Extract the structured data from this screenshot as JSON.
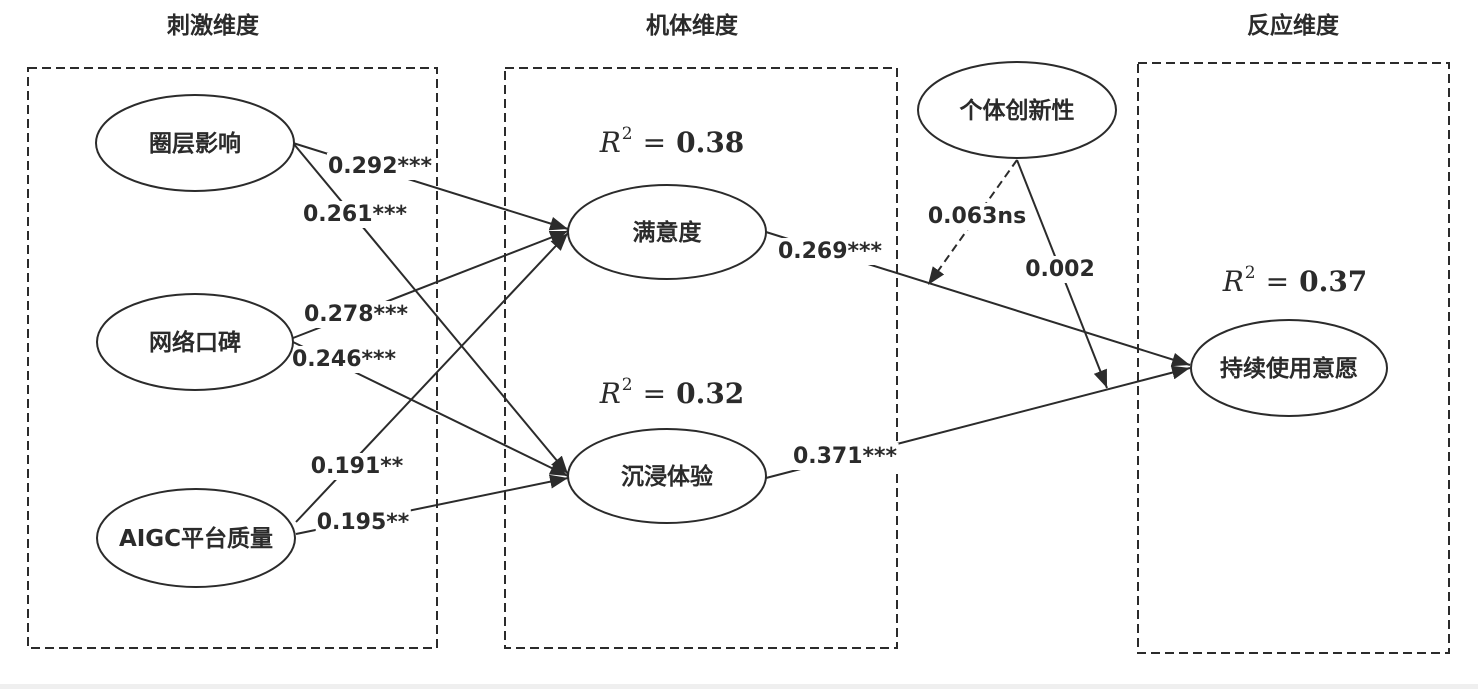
{
  "dimensions": {
    "stimulus": "刺激维度",
    "organism": "机体维度",
    "response": "反应维度"
  },
  "nodes": {
    "circle_influence": "圈层影响",
    "word_of_mouth": "网络口碑",
    "aigc_quality": "AIGC平台质量",
    "satisfaction": "满意度",
    "immersion": "沉浸体验",
    "innovativeness": "个体创新性",
    "continuance": "持续使用意愿"
  },
  "r_squared": {
    "satisfaction": {
      "symbol": "R",
      "exponent": "2",
      "equals": "=",
      "value": "0.38"
    },
    "immersion": {
      "symbol": "R",
      "exponent": "2",
      "equals": "=",
      "value": "0.32"
    },
    "continuance": {
      "symbol": "R",
      "exponent": "2",
      "equals": "=",
      "value": "0.37"
    }
  },
  "paths": {
    "circle_influence_to_satisfaction": "0.292***",
    "circle_influence_to_immersion": "0.261***",
    "word_of_mouth_to_satisfaction": "0.278***",
    "word_of_mouth_to_immersion": "0.246***",
    "aigc_quality_to_satisfaction": "0.191**",
    "aigc_quality_to_immersion": "0.195**",
    "satisfaction_to_continuance": "0.269***",
    "immersion_to_continuance": "0.371***"
  },
  "moderation": {
    "innovativeness_on_satisfaction_path": "0.063ns",
    "innovativeness_on_immersion_path": "0.002"
  },
  "colors": {
    "ink": "#2b2b2b",
    "background": "#ffffff"
  }
}
